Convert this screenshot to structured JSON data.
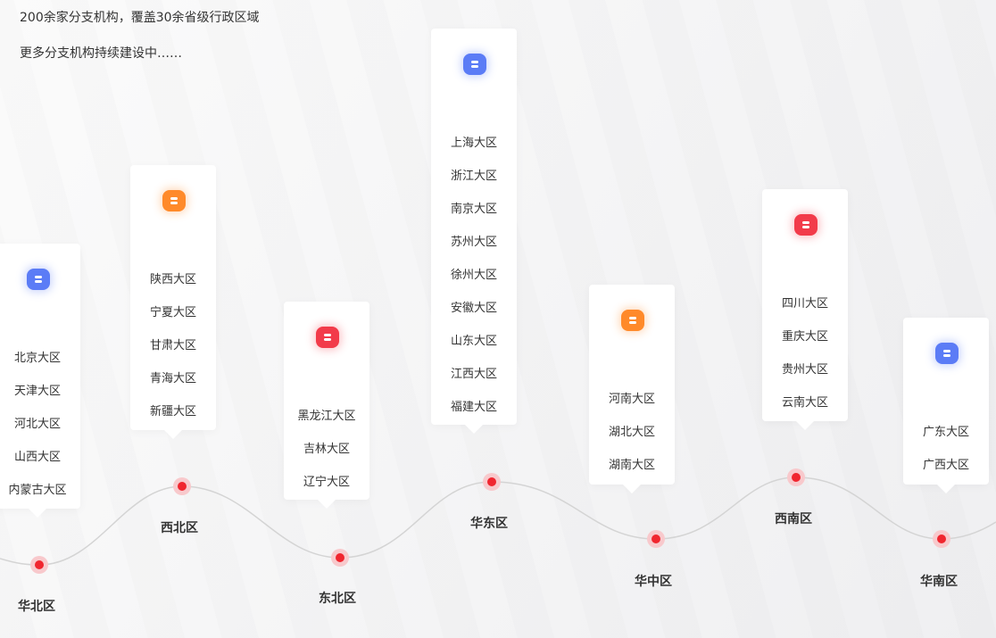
{
  "intro": [
    "200余家分支机构，覆盖30余省级行政区域",
    "更多分支机构持续建设中……"
  ],
  "colors": {
    "blue": "#5b7cf6",
    "orange": "#ff8a2a",
    "red": "#f23b4a",
    "dot": "#f0262f"
  },
  "regions": [
    {
      "name": "华北区",
      "icon": "blue",
      "items": [
        "北京大区",
        "天津大区",
        "河北大区",
        "山西大区",
        "内蒙古大区"
      ]
    },
    {
      "name": "西北区",
      "icon": "orange",
      "items": [
        "陕西大区",
        "宁夏大区",
        "甘肃大区",
        "青海大区",
        "新疆大区"
      ]
    },
    {
      "name": "东北区",
      "icon": "red",
      "items": [
        "黑龙江大区",
        "吉林大区",
        "辽宁大区"
      ]
    },
    {
      "name": "华东区",
      "icon": "blue",
      "items": [
        "上海大区",
        "浙江大区",
        "南京大区",
        "苏州大区",
        "徐州大区",
        "安徽大区",
        "山东大区",
        "江西大区",
        "福建大区"
      ]
    },
    {
      "name": "华中区",
      "icon": "orange",
      "items": [
        "河南大区",
        "湖北大区",
        "湖南大区"
      ]
    },
    {
      "name": "西南区",
      "icon": "red",
      "items": [
        "四川大区",
        "重庆大区",
        "贵州大区",
        "云南大区"
      ]
    },
    {
      "name": "华南区",
      "icon": "blue",
      "items": [
        "广东大区",
        "广西大区"
      ]
    }
  ]
}
